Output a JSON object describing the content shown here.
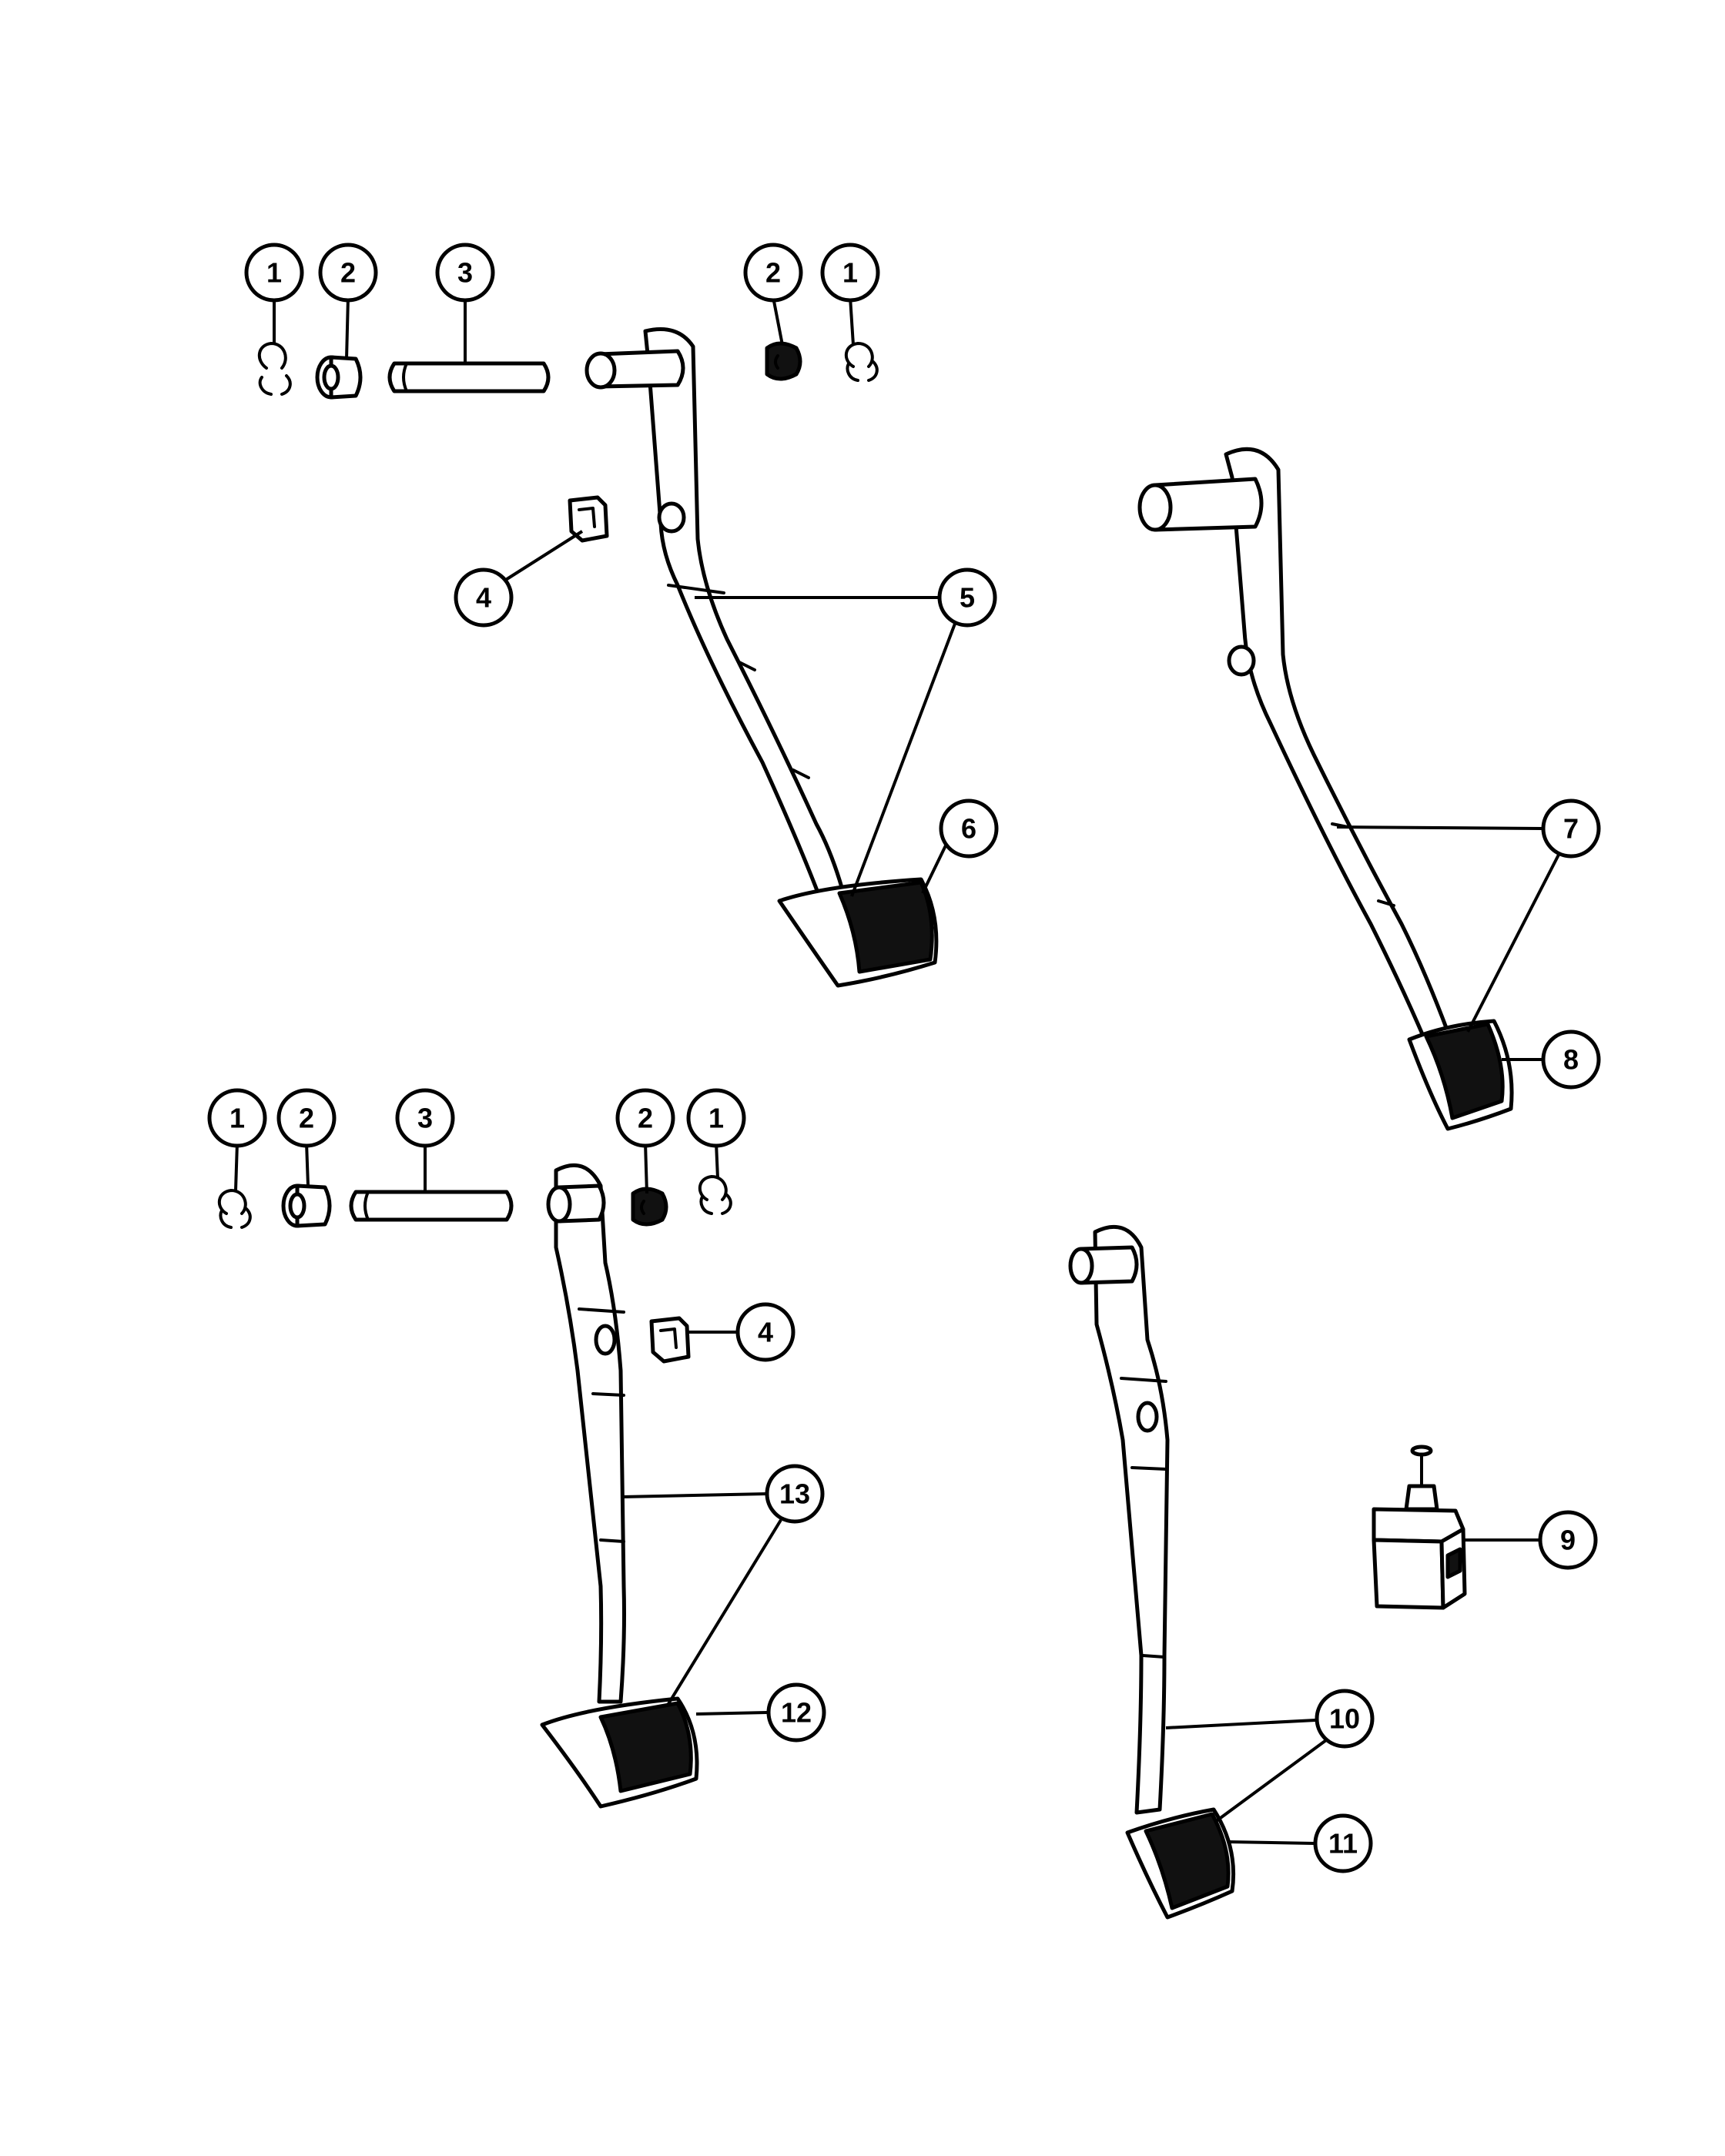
{
  "callouts": [
    {
      "id": "c1",
      "label": "1"
    },
    {
      "id": "c2",
      "label": "2"
    },
    {
      "id": "c3",
      "label": "3"
    },
    {
      "id": "c4",
      "label": "2"
    },
    {
      "id": "c5",
      "label": "1"
    },
    {
      "id": "c6",
      "label": "4"
    },
    {
      "id": "c7",
      "label": "5"
    },
    {
      "id": "c8",
      "label": "6"
    },
    {
      "id": "c9",
      "label": "7"
    },
    {
      "id": "c10",
      "label": "8"
    },
    {
      "id": "c11",
      "label": "1"
    },
    {
      "id": "c12",
      "label": "2"
    },
    {
      "id": "c13",
      "label": "3"
    },
    {
      "id": "c14",
      "label": "2"
    },
    {
      "id": "c15",
      "label": "1"
    },
    {
      "id": "c16",
      "label": "4"
    },
    {
      "id": "c17",
      "label": "13"
    },
    {
      "id": "c18",
      "label": "12"
    },
    {
      "id": "c19",
      "label": "9"
    },
    {
      "id": "c20",
      "label": "10"
    },
    {
      "id": "c21",
      "label": "11"
    }
  ]
}
